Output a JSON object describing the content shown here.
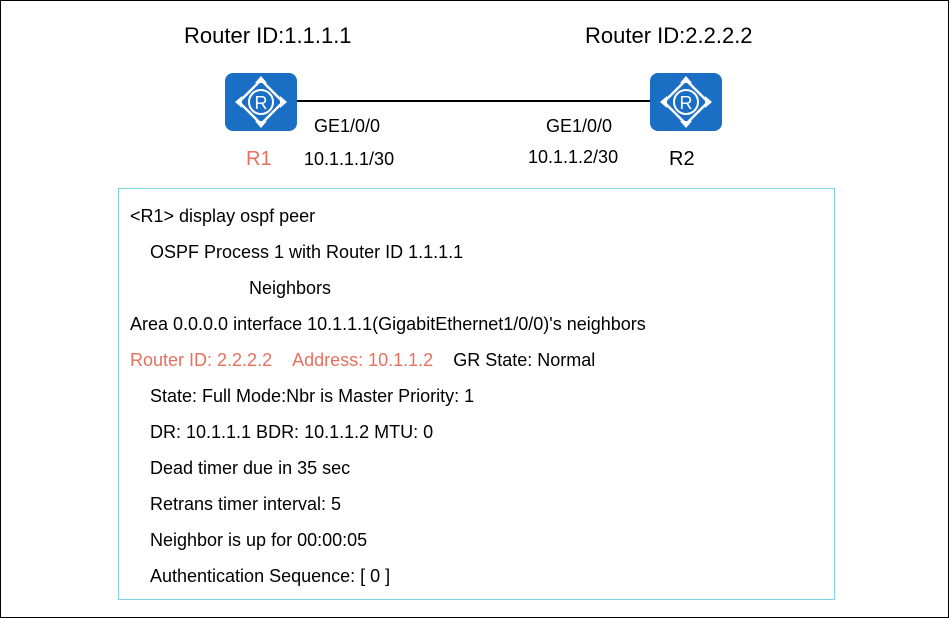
{
  "topology": {
    "r1": {
      "router_id_label": "Router ID:1.1.1.1",
      "name": "R1",
      "interface": "GE1/0/0",
      "ip": "10.1.1.1/30"
    },
    "r2": {
      "router_id_label": "Router ID:2.2.2.2",
      "name": "R2",
      "interface": "GE1/0/0",
      "ip": "10.1.1.2/30"
    },
    "router_icon": "router-icon"
  },
  "console": {
    "command": "<R1> display ospf peer",
    "process_line": "OSPF Process 1 with Router ID 1.1.1.1",
    "neighbors_heading": "Neighbors",
    "area_line": "Area 0.0.0.0 interface 10.1.1.1(GigabitEthernet1/0/0)'s neighbors",
    "router_id": "Router ID: 2.2.2.2",
    "address": "Address: 10.1.1.2",
    "gr_state": "GR State: Normal",
    "state_line": "State: Full  Mode:Nbr is  Master  Priority: 1",
    "dr_line": "DR: 10.1.1.1  BDR: 10.1.1.2   MTU: 0",
    "dead_timer_line": "Dead timer due in 35  sec",
    "retrans_line": "Retrans timer interval: 5",
    "uptime_line": "Neighbor is up for 00:00:05",
    "auth_line": "Authentication Sequence: [ 0 ]"
  },
  "colors": {
    "highlight": "#e8715e",
    "router_blue": "#1a6fc4",
    "console_border": "#7fd3e6"
  }
}
